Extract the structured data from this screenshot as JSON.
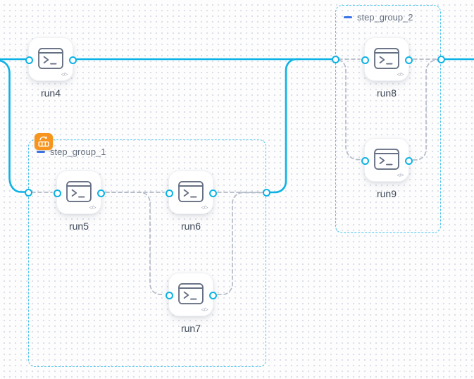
{
  "app": {
    "name": "pipeline-flow-editor"
  },
  "nodes": {
    "run4": {
      "label": "run4",
      "icon": "terminal-icon"
    },
    "run5": {
      "label": "run5",
      "icon": "terminal-icon"
    },
    "run6": {
      "label": "run6",
      "icon": "terminal-icon"
    },
    "run7": {
      "label": "run7",
      "icon": "terminal-icon"
    },
    "run8": {
      "label": "run8",
      "icon": "terminal-icon"
    },
    "run9": {
      "label": "run9",
      "icon": "terminal-icon"
    }
  },
  "groups": {
    "step_group_1": {
      "label": "step_group_1",
      "collapse_icon": "minus-icon",
      "badge_icon": "loop-batch-badge"
    },
    "step_group_2": {
      "label": "step_group_2",
      "collapse_icon": "minus-icon"
    }
  },
  "icons": {
    "code_mark": "</>"
  },
  "edges": {
    "solid": [
      {
        "from": "canvas-left",
        "to": "run4"
      },
      {
        "from": "canvas-left",
        "to": "step_group_1"
      },
      {
        "from": "run4",
        "to": "step_group_2"
      },
      {
        "from": "step_group_1",
        "to": "step_group_2"
      },
      {
        "from": "step_group_2",
        "to": "canvas-right"
      }
    ],
    "dashed": [
      {
        "from": "step_group_1-in",
        "to": "run5"
      },
      {
        "from": "run5",
        "to": "run6"
      },
      {
        "from": "run5",
        "to": "run7"
      },
      {
        "from": "run6",
        "to": "step_group_1-out"
      },
      {
        "from": "run7",
        "to": "step_group_1-out"
      },
      {
        "from": "step_group_2-in",
        "to": "run8"
      },
      {
        "from": "step_group_2-in",
        "to": "run9"
      },
      {
        "from": "run8",
        "to": "step_group_2-out"
      },
      {
        "from": "run9",
        "to": "step_group_2-out"
      }
    ]
  },
  "colors": {
    "edge_solid": "#0db2e5",
    "edge_dashed": "#b4bbc7",
    "group_border": "#4ac4ec",
    "port_ring": "#0db2e5",
    "badge": "#f7941d",
    "node_label": "#3e4856",
    "group_label": "#67717f",
    "icon_stroke": "#667083",
    "minus": "#3a74e8"
  }
}
